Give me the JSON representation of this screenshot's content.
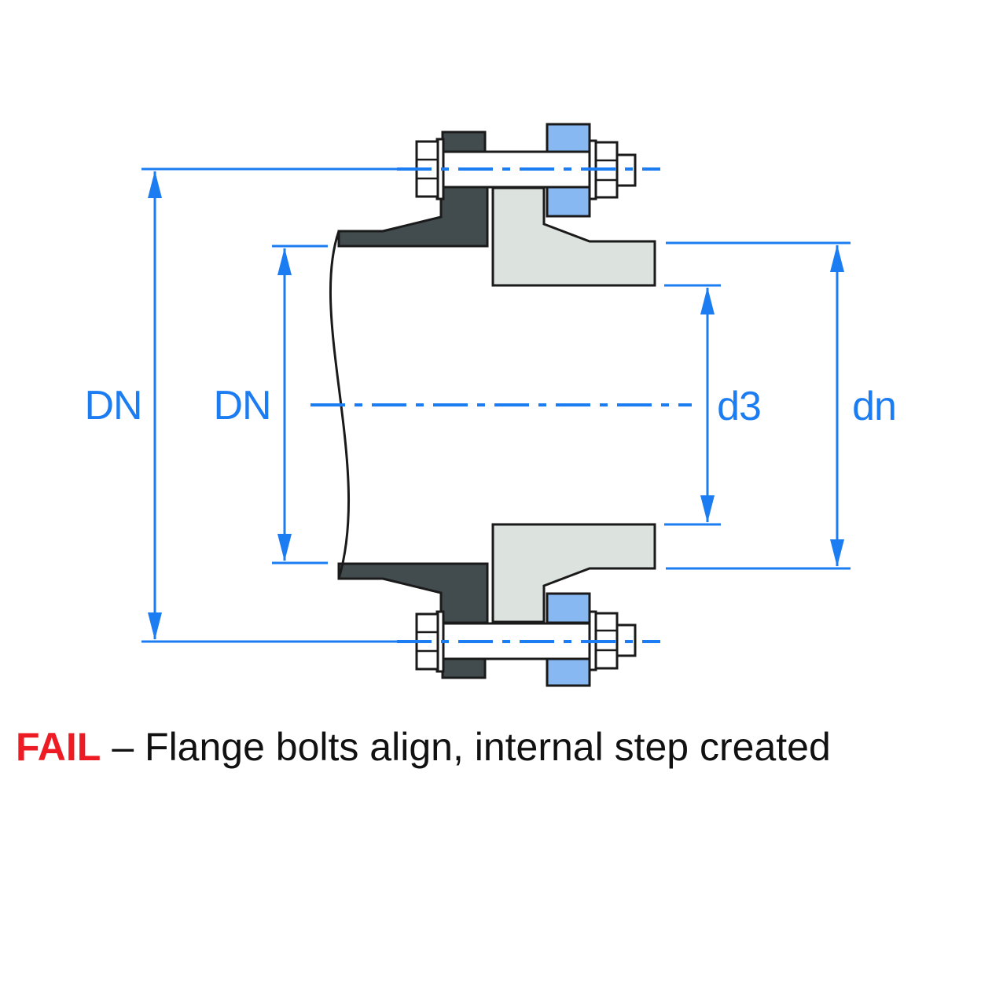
{
  "diagram": {
    "labels": {
      "dn_outer": "DN",
      "dn_inner": "DN",
      "d3": "d3",
      "dn_right": "dn"
    },
    "caption": {
      "fail": "FAIL",
      "text": "– Flange bolts align, internal step created"
    },
    "colors": {
      "dimension_blue": "#1c7df2",
      "dark_flange_gray": "#424c4f",
      "light_flange_gray": "#dce2dd",
      "highlight_blue": "#87b8f1",
      "fail_red": "#ed1c24",
      "outline_black": "#1a1a1a"
    }
  }
}
